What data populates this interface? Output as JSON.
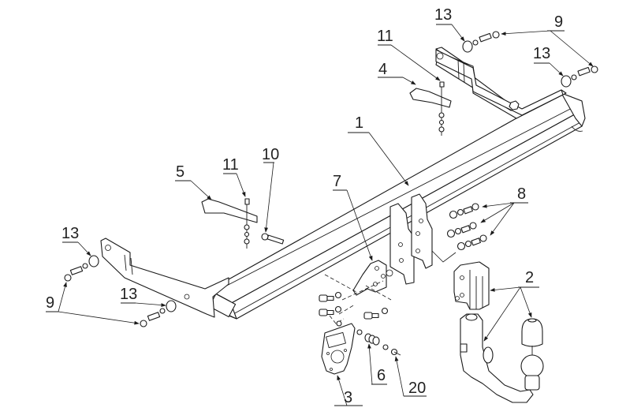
{
  "diagram": {
    "title": "Tow bar exploded assembly view",
    "colors": {
      "line": "#1a1a1a",
      "background": "#ffffff",
      "label": "#222222"
    },
    "callouts": [
      {
        "id": "c1",
        "label": "1",
        "part": "cross-beam"
      },
      {
        "id": "c2",
        "label": "2",
        "part": "detachable-ball-assembly"
      },
      {
        "id": "c3",
        "label": "3",
        "part": "socket-plate"
      },
      {
        "id": "c4",
        "label": "4",
        "part": "right-support-bracket"
      },
      {
        "id": "c5",
        "label": "5",
        "part": "left-support-bracket"
      },
      {
        "id": "c6",
        "label": "6",
        "part": "spring-washer"
      },
      {
        "id": "c7",
        "label": "7",
        "part": "socket-holder-bracket"
      },
      {
        "id": "c8",
        "label": "8",
        "part": "bolts-beam-mount"
      },
      {
        "id": "c9a",
        "label": "9",
        "part": "bolts-right-arm"
      },
      {
        "id": "c9b",
        "label": "9",
        "part": "bolts-left-arm"
      },
      {
        "id": "c10",
        "label": "10",
        "part": "bolt-center"
      },
      {
        "id": "c11a",
        "label": "11",
        "part": "bolt-right-bracket"
      },
      {
        "id": "c11b",
        "label": "11",
        "part": "bolt-left-bracket"
      },
      {
        "id": "c13a",
        "label": "13",
        "part": "washer-right-upper"
      },
      {
        "id": "c13b",
        "label": "13",
        "part": "washer-right-lower"
      },
      {
        "id": "c13c",
        "label": "13",
        "part": "washer-left-upper"
      },
      {
        "id": "c13d",
        "label": "13",
        "part": "washer-left-lower"
      },
      {
        "id": "c20",
        "label": "20",
        "part": "nut"
      }
    ]
  }
}
